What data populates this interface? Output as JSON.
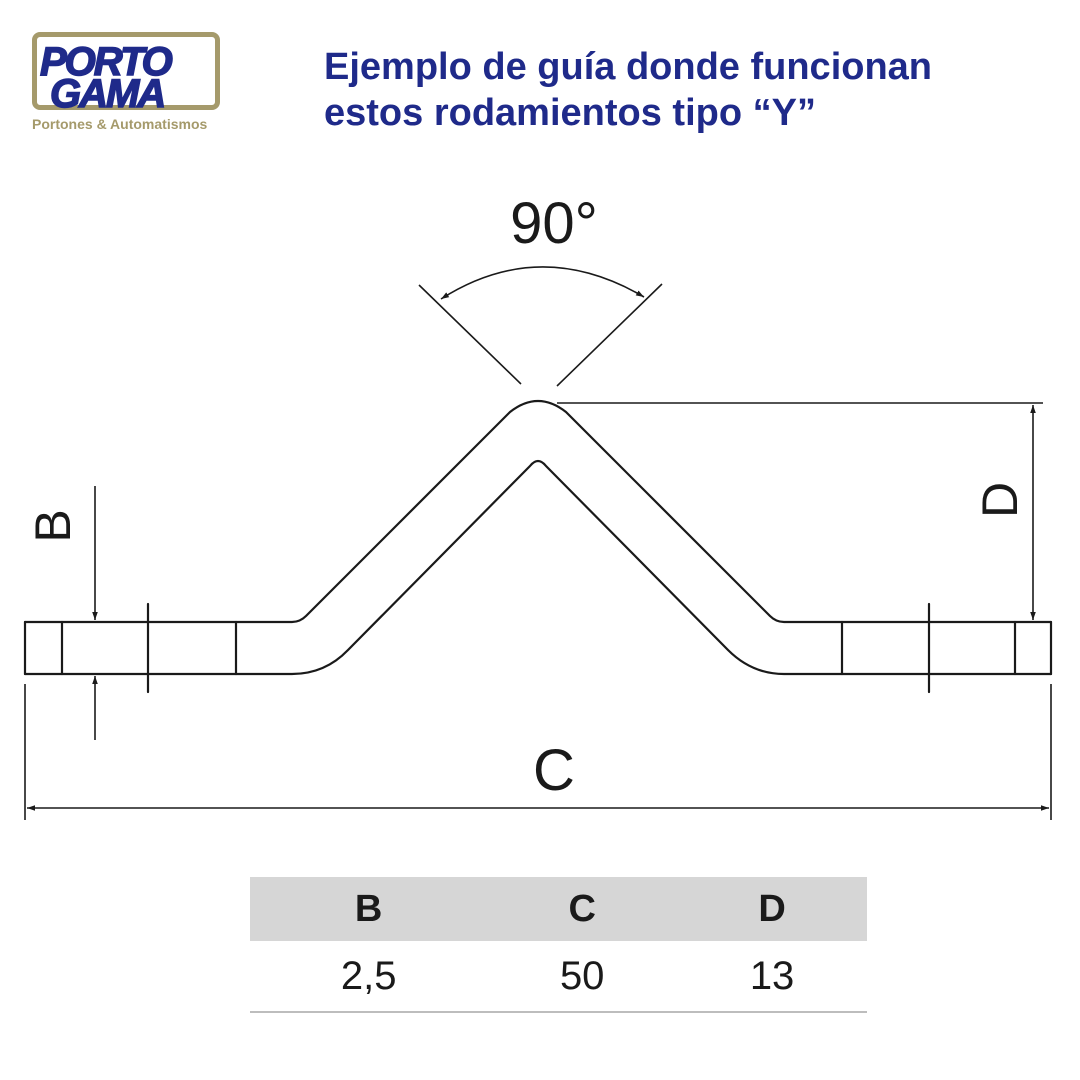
{
  "logo": {
    "line1": "PORTO",
    "line2": "GAMA",
    "tagline": "Portones & Automatismos",
    "frame_color": "#a59a6b",
    "text_color": "#1f2a8a"
  },
  "title": {
    "line1": "Ejemplo de guía donde funcionan",
    "line2": "estos rodamientos tipo “Y”",
    "color": "#1f2a8a"
  },
  "diagram": {
    "angle_label": "90°",
    "label_b": "B",
    "label_c": "C",
    "label_d": "D",
    "line_color": "#1a1a1a"
  },
  "table": {
    "headers": [
      "B",
      "C",
      "D"
    ],
    "values": [
      "2,5",
      "50",
      "13"
    ],
    "header_bg": "#d6d6d6"
  }
}
